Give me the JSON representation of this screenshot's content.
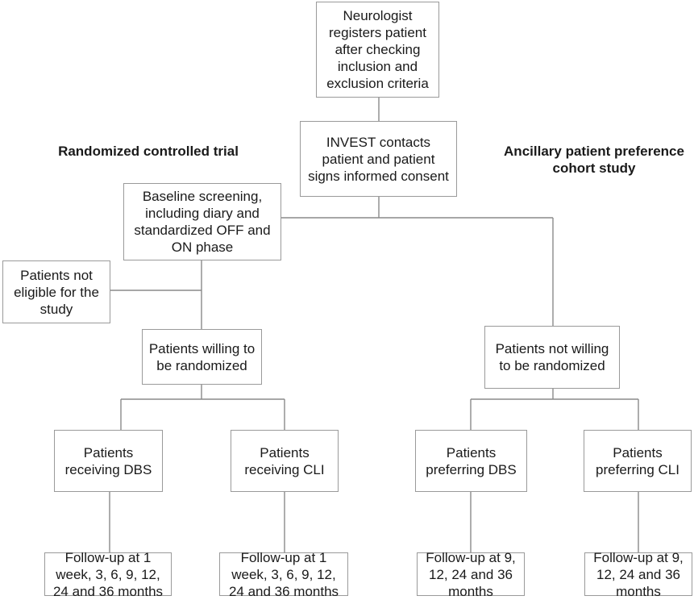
{
  "headings": {
    "rct": "Randomized controlled trial",
    "cohort": "Ancillary patient preference\ncohort study"
  },
  "boxes": {
    "register": "Neurologist\nregisters patient\nafter checking\ninclusion and\nexclusion criteria",
    "invest": "INVEST contacts\npatient and patient\nsigns informed consent",
    "baseline": "Baseline screening,\nincluding diary and\nstandardized OFF and\nON phase",
    "not_eligible": "Patients not\neligible for the\nstudy",
    "willing": "Patients willing to\nbe randomized",
    "not_willing": "Patients not willing\nto be randomized",
    "receiving_dbs": "Patients\nreceiving DBS",
    "receiving_cli": "Patients\nreceiving CLI",
    "preferring_dbs": "Patients\npreferring DBS",
    "preferring_cli": "Patients\npreferring CLI",
    "followup_rct_dbs": "Follow-up at 1\nweek, 3, 6, 9, 12,\n24 and 36 months",
    "followup_rct_cli": "Follow-up at 1\nweek, 3, 6, 9, 12,\n24 and 36 months",
    "followup_pref_dbs": "Follow-up at 9,\n12, 24 and 36\nmonths",
    "followup_pref_cli": "Follow-up at 9,\n12, 24 and 36\nmonths"
  },
  "colors": {
    "border": "#9a9a9a",
    "connector": "#8a8a8a",
    "text": "#1a1a1a"
  }
}
